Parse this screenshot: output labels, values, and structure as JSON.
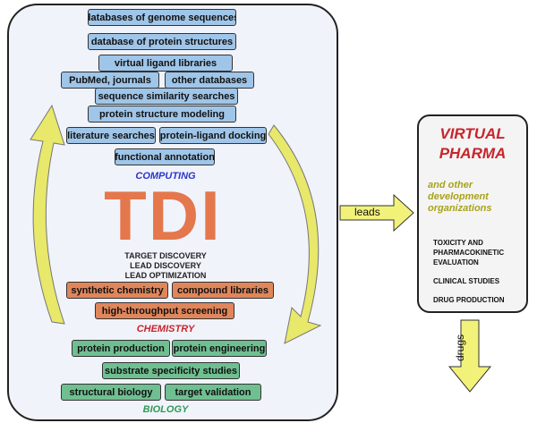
{
  "tdi": {
    "title": "TDI",
    "subtitle": [
      "TARGET DISCOVERY",
      "LEAD DISCOVERY",
      "LEAD OPTIMIZATION"
    ],
    "sections": {
      "computing": "COMPUTING",
      "chemistry": "CHEMISTRY",
      "biology": "BIOLOGY"
    },
    "computing_boxes": [
      "databases of genome sequences",
      "database of protein structures",
      "virtual ligand libraries",
      "PubMed, journals",
      "other databases",
      "sequence similarity searches",
      "protein structure modeling",
      "literature searches",
      "protein-ligand docking",
      "functional annotation"
    ],
    "chemistry_boxes": [
      "synthetic chemistry",
      "compound libraries",
      "high-throughput screening"
    ],
    "biology_boxes": [
      "protein production",
      "protein engineering",
      "substrate specificity studies",
      "structural biology",
      "target validation"
    ]
  },
  "virtual_pharma": {
    "title": [
      "VIRTUAL",
      "PHARMA"
    ],
    "subtitle": [
      "and other",
      "development",
      "organizations"
    ],
    "items": [
      "TOXICITY AND",
      "PHARMACOKINETIC",
      "EVALUATION",
      "CLINICAL STUDIES",
      "DRUG PRODUCTION"
    ]
  },
  "arrows": {
    "leads": "leads",
    "drugs": "drugs"
  },
  "colors": {
    "computing_box": "#9fc5e8",
    "chemistry_box": "#e0865b",
    "biology_box": "#6fbf91",
    "computing_label": "#2b36c9",
    "chemistry_label": "#c8242b",
    "biology_label": "#2f9a55",
    "cycle_arrow": "#e8e86a",
    "tdi_title": "#e4774c"
  }
}
